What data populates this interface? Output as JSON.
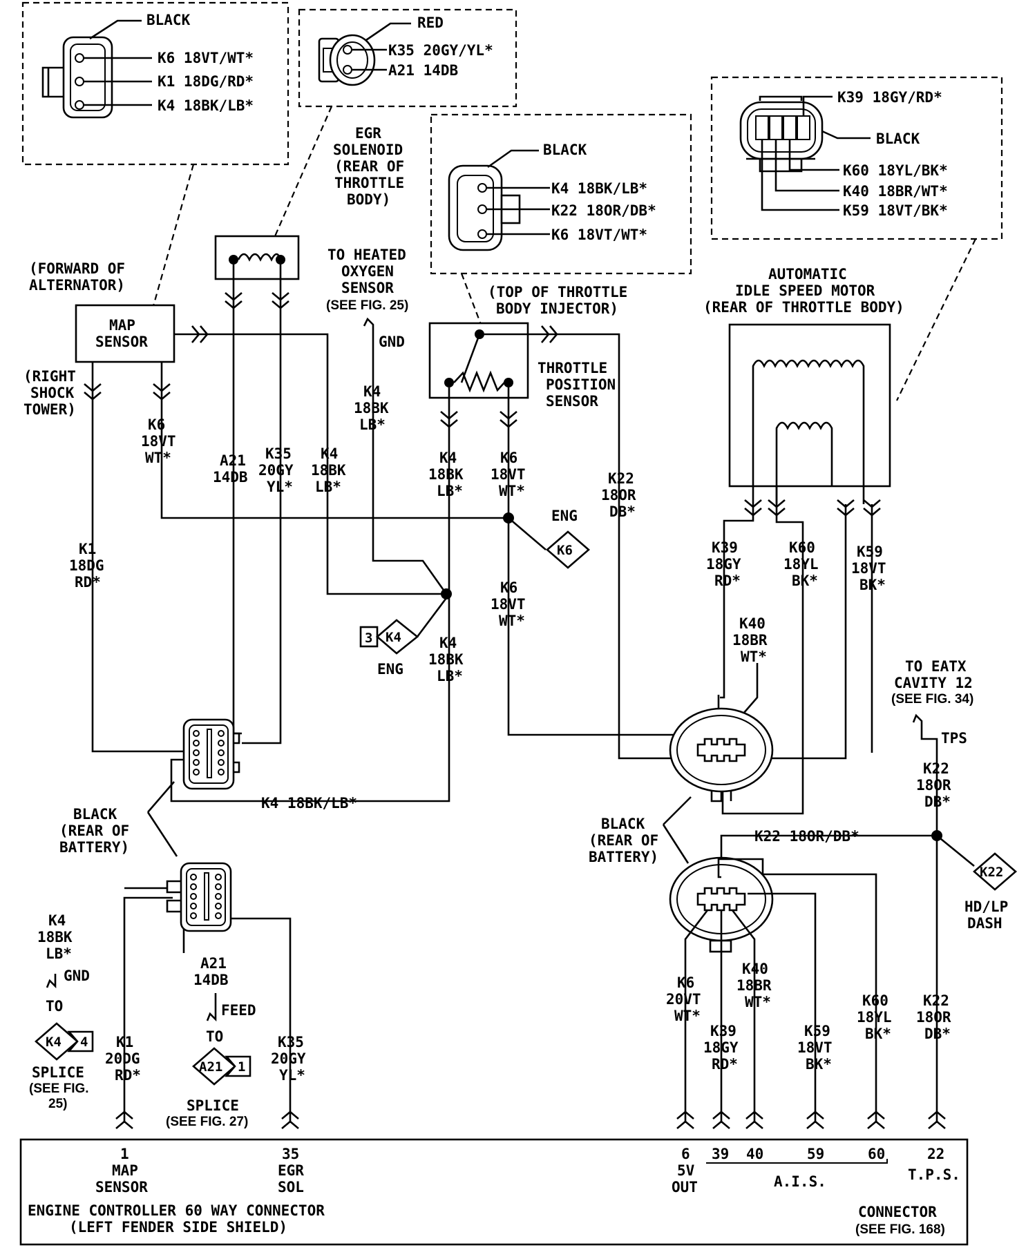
{
  "connectors": {
    "map_conn": {
      "color": "BLACK",
      "pins": [
        "K6 18VT/WT*",
        "K1 18DG/RD*",
        "K4 18BK/LB*"
      ]
    },
    "egr_conn": {
      "color": "RED",
      "pins": [
        "K35 20GY/YL*",
        "A21 14DB"
      ]
    },
    "tps_conn": {
      "color": "BLACK",
      "pins": [
        "K4 18BK/LB*",
        "K22 18OR/DB*",
        "K6 18VT/WT*"
      ]
    },
    "ais_conn": {
      "color": "BLACK",
      "pins": [
        "K39 18GY/RD*",
        "K60 18YL/BK*",
        "K40 18BR/WT*",
        "K59 18VT/BK*"
      ]
    }
  },
  "components": {
    "map_location": [
      "(FORWARD OF",
      "ALTERNATOR)"
    ],
    "map_sensor": [
      "MAP",
      "SENSOR"
    ],
    "right_shock": [
      "(RIGHT",
      "SHOCK",
      "TOWER)"
    ],
    "egr_solenoid": [
      "EGR",
      "SOLENOID",
      "(REAR OF",
      "THROTTLE",
      "BODY)"
    ],
    "heated_o2": [
      "TO HEATED",
      "OXYGEN",
      "SENSOR",
      "(SEE FIG. 25)"
    ],
    "gnd": "GND",
    "tbi_location": [
      "(TOP OF THROTTLE",
      "BODY INJECTOR)"
    ],
    "tps": [
      "THROTTLE",
      "POSITION",
      "SENSOR"
    ],
    "ais_motor": [
      "AUTOMATIC",
      "IDLE SPEED MOTOR",
      "(REAR OF THROTTLE BODY)"
    ],
    "eatx": [
      "TO EATX",
      "CAVITY 12",
      "(SEE FIG. 34)"
    ],
    "tps_short": "TPS",
    "hd_lp_dash": [
      "HD/LP",
      "DASH"
    ],
    "black_rear_batt_left": [
      "BLACK",
      "(REAR OF",
      "BATTERY)"
    ],
    "black_rear_batt_right": [
      "BLACK",
      "(REAR OF",
      "BATTERY)"
    ],
    "eng": "ENG",
    "eng2": "ENG"
  },
  "wires": {
    "k1_18dg": [
      "K1",
      "18DG",
      "RD*"
    ],
    "k6_18vt_map": [
      "K6",
      "18VT",
      "WT*"
    ],
    "a21_14db": [
      "A21",
      "14DB"
    ],
    "k35_20gy": [
      "K35",
      "20GY",
      "YL*"
    ],
    "k4_18bk_a": [
      "K4",
      "18BK",
      "LB*"
    ],
    "k4_18bk_b": [
      "K4",
      "18BK",
      "LB*"
    ],
    "k4_18bk_tps": [
      "K4",
      "18BK",
      "LB*"
    ],
    "k6_18vt_tps": [
      "K6",
      "18VT",
      "WT*"
    ],
    "k6_18vt_low": [
      "K6",
      "18VT",
      "WT*"
    ],
    "k4_18bk_low": [
      "K4",
      "18BK",
      "LB*"
    ],
    "k22_18or": [
      "K22",
      "18OR",
      "DB*"
    ],
    "k39_18gy": [
      "K39",
      "18GY",
      "RD*"
    ],
    "k60_18yl": [
      "K60",
      "18YL",
      "BK*"
    ],
    "k59_18vt": [
      "K59",
      "18VT",
      "BK*"
    ],
    "k40_18br": [
      "K40",
      "18BR",
      "WT*"
    ],
    "k4_horizontal": "K4 18BK/LB*",
    "k22_horizontal": "K22 18OR/DB*",
    "k22_eatx": [
      "K22",
      "18OR",
      "DB*"
    ],
    "k4_bottom": [
      "K4",
      "18BK",
      "LB*"
    ],
    "a21_bottom": [
      "A21",
      "14DB"
    ],
    "k1_bottom": [
      "K1",
      "20DG",
      "RD*"
    ],
    "k35_bottom": [
      "K35",
      "20GY",
      "YL*"
    ],
    "k6_bottom": [
      "K6",
      "20VT",
      "WT*"
    ],
    "k39_bottom": [
      "K39",
      "18GY",
      "RD*"
    ],
    "k40_bottom": [
      "K40",
      "18BR",
      "WT*"
    ],
    "k59_bottom": [
      "K59",
      "18VT",
      "BK*"
    ],
    "k60_bottom": [
      "K60",
      "18YL",
      "BK*"
    ],
    "k22_bottom": [
      "K22",
      "18OR",
      "DB*"
    ]
  },
  "splices": {
    "k6": "K6",
    "k4": "K4",
    "k4_num": "3",
    "k22": "K22",
    "k4_left": "K4",
    "k4_left_num": "4",
    "a21": "A21",
    "a21_num": "1",
    "to1": "TO",
    "to2": "TO",
    "gnd2": "GND",
    "feed": "FEED",
    "splice_left": [
      "SPLICE",
      "(SEE FIG.",
      "25)"
    ],
    "splice_mid": [
      "SPLICE",
      "(SEE FIG. 27)"
    ]
  },
  "ecm": {
    "pin1": [
      "1",
      "MAP",
      "SENSOR"
    ],
    "pin35": [
      "35",
      "EGR",
      "SOL"
    ],
    "pin6": [
      "6",
      "5V",
      "OUT"
    ],
    "pin39": "39",
    "pin40": "40",
    "pin59": "59",
    "pin60": "60",
    "pin22": [
      "22",
      "T.P.S."
    ],
    "ais": "A.I.S.",
    "title": [
      "ENGINE CONTROLLER 60 WAY CONNECTOR",
      "(LEFT FENDER SIDE SHIELD)"
    ],
    "connector": [
      "CONNECTOR",
      "(SEE FIG. 168)"
    ]
  }
}
